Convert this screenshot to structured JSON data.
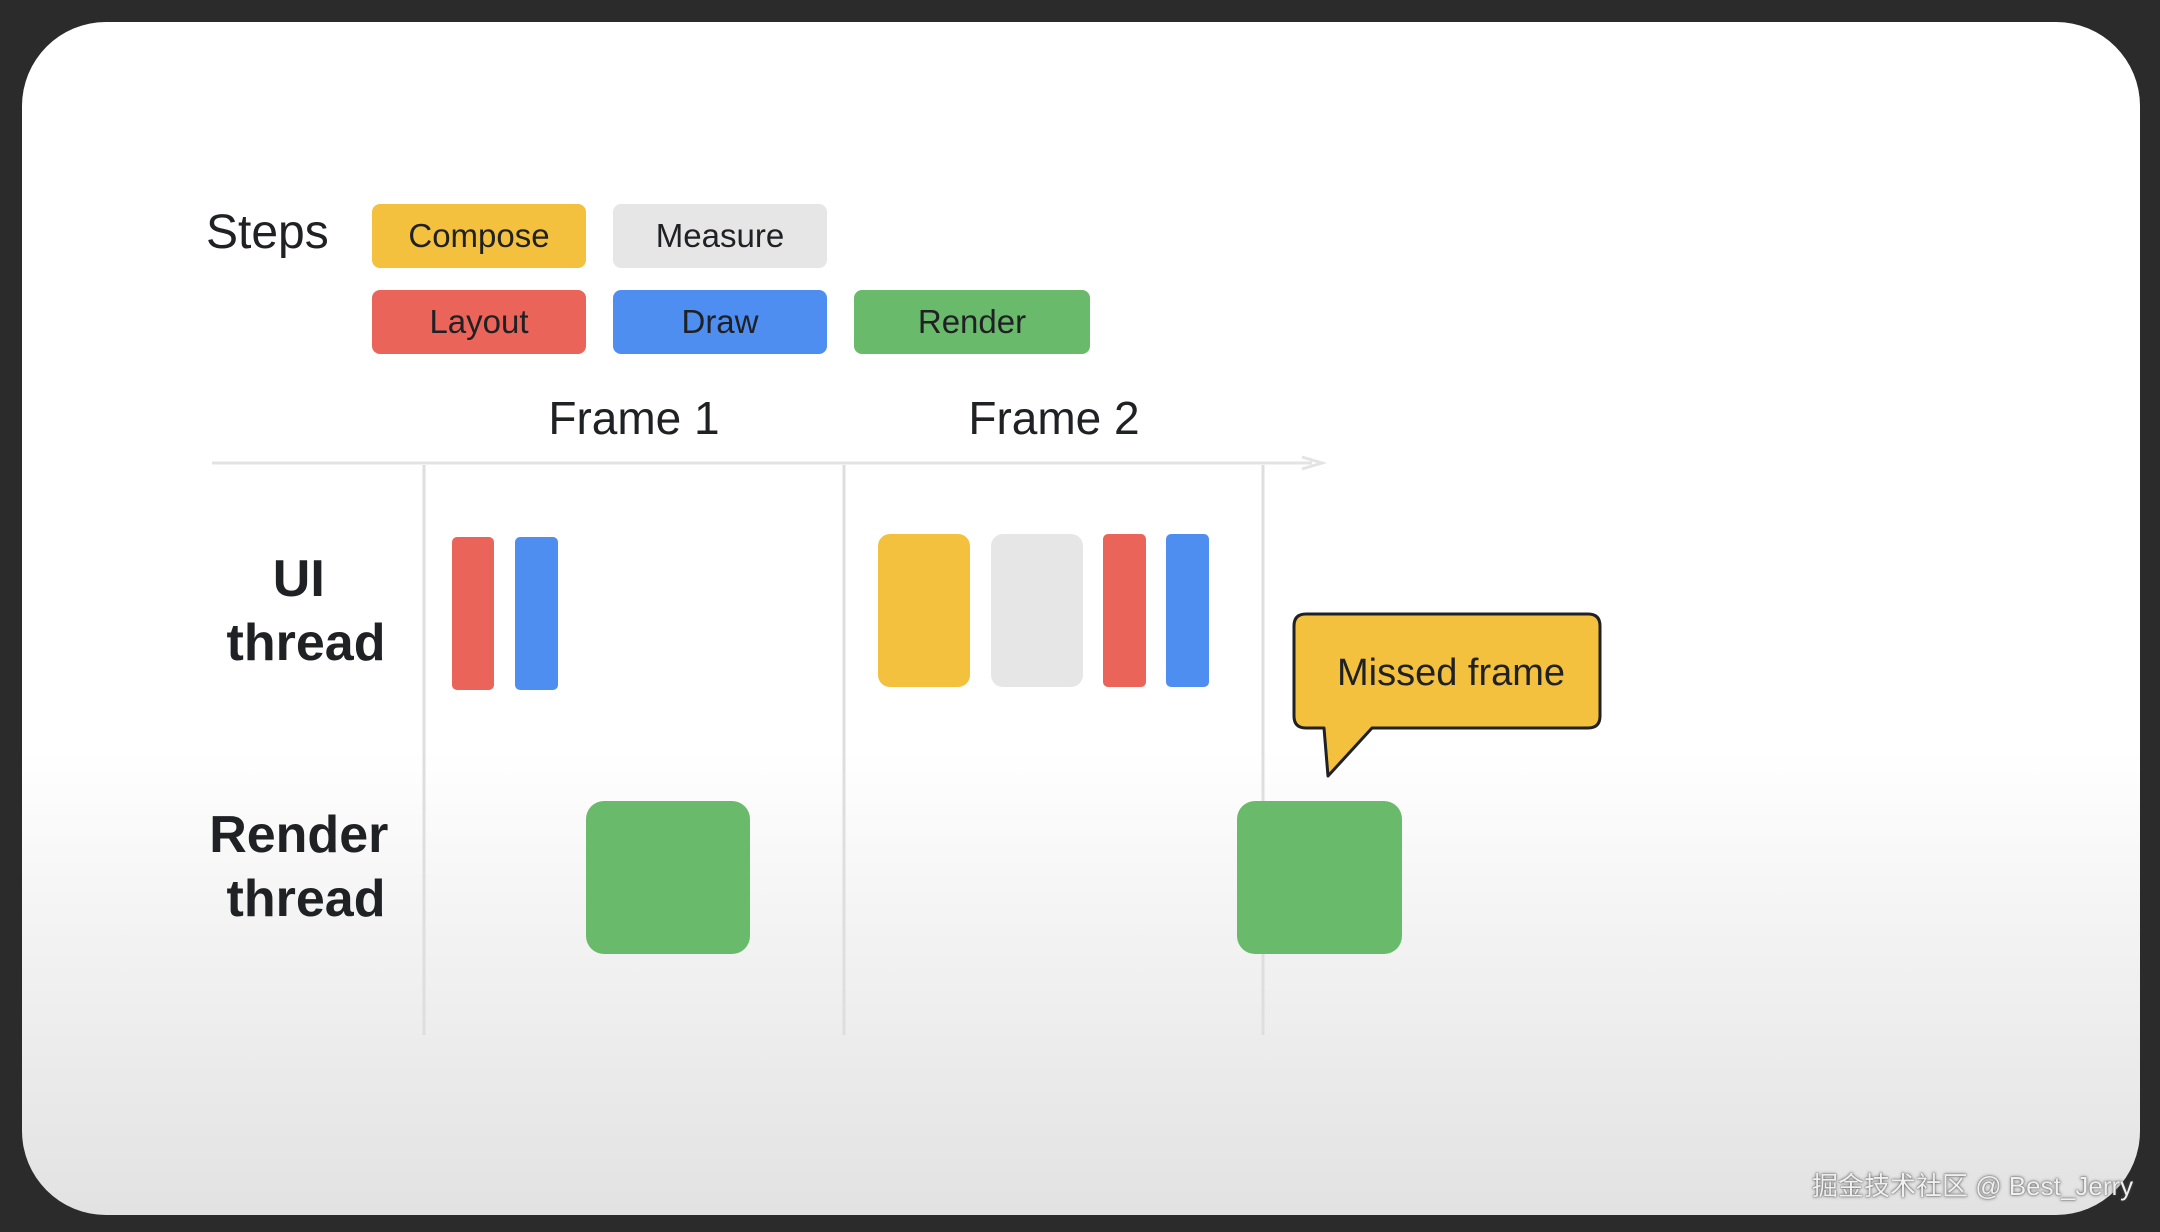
{
  "steps_title": "Steps",
  "legend": [
    {
      "id": "compose",
      "label": "Compose",
      "color": "#f4c13f"
    },
    {
      "id": "measure",
      "label": "Measure",
      "color": "#e6e6e6"
    },
    {
      "id": "layout",
      "label": "Layout",
      "color": "#ea6459"
    },
    {
      "id": "draw",
      "label": "Draw",
      "color": "#4d8ef0"
    },
    {
      "id": "render",
      "label": "Render",
      "color": "#69bb6b"
    }
  ],
  "frames": [
    "Frame 1",
    "Frame 2"
  ],
  "rows": [
    {
      "id": "ui",
      "lines": [
        "UI",
        "thread"
      ]
    },
    {
      "id": "render",
      "lines": [
        "Render",
        "thread"
      ]
    }
  ],
  "blocks": {
    "frame1_ui": [
      "layout",
      "draw"
    ],
    "frame1_render": [
      "render"
    ],
    "frame2_ui": [
      "compose",
      "measure",
      "layout",
      "draw"
    ],
    "frame2_render": [
      "render"
    ]
  },
  "callout": {
    "text": "Missed frame",
    "color": "#f4c13f"
  },
  "watermark": "掘金技术社区 @ Best_Jerry"
}
